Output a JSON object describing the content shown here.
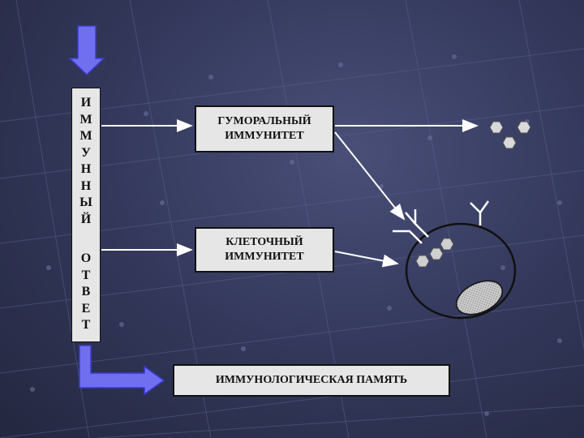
{
  "diagram": {
    "vertical_label_top": [
      "И",
      "М",
      "М",
      "У",
      "Н",
      "Н",
      "Ы",
      "Й"
    ],
    "vertical_label_bottom": [
      "О",
      "Т",
      "В",
      "Е",
      "Т"
    ],
    "humoral_line1": "ГУМОРАЛЬНЫЙ",
    "humoral_line2": "ИММУНИТЕТ",
    "cellular_line1": "КЛЕТОЧНЫЙ",
    "cellular_line2": "ИММУНИТЕТ",
    "memory_label": "ИММУНОЛОГИЧЕСКАЯ ПАМЯТЬ"
  },
  "colors": {
    "background": "#353a5e",
    "box_fill": "#e6e6e6",
    "arrow_blue": "#6f6ff0",
    "line_white": "#ffffff",
    "hexagon": "#d9d9d9"
  }
}
